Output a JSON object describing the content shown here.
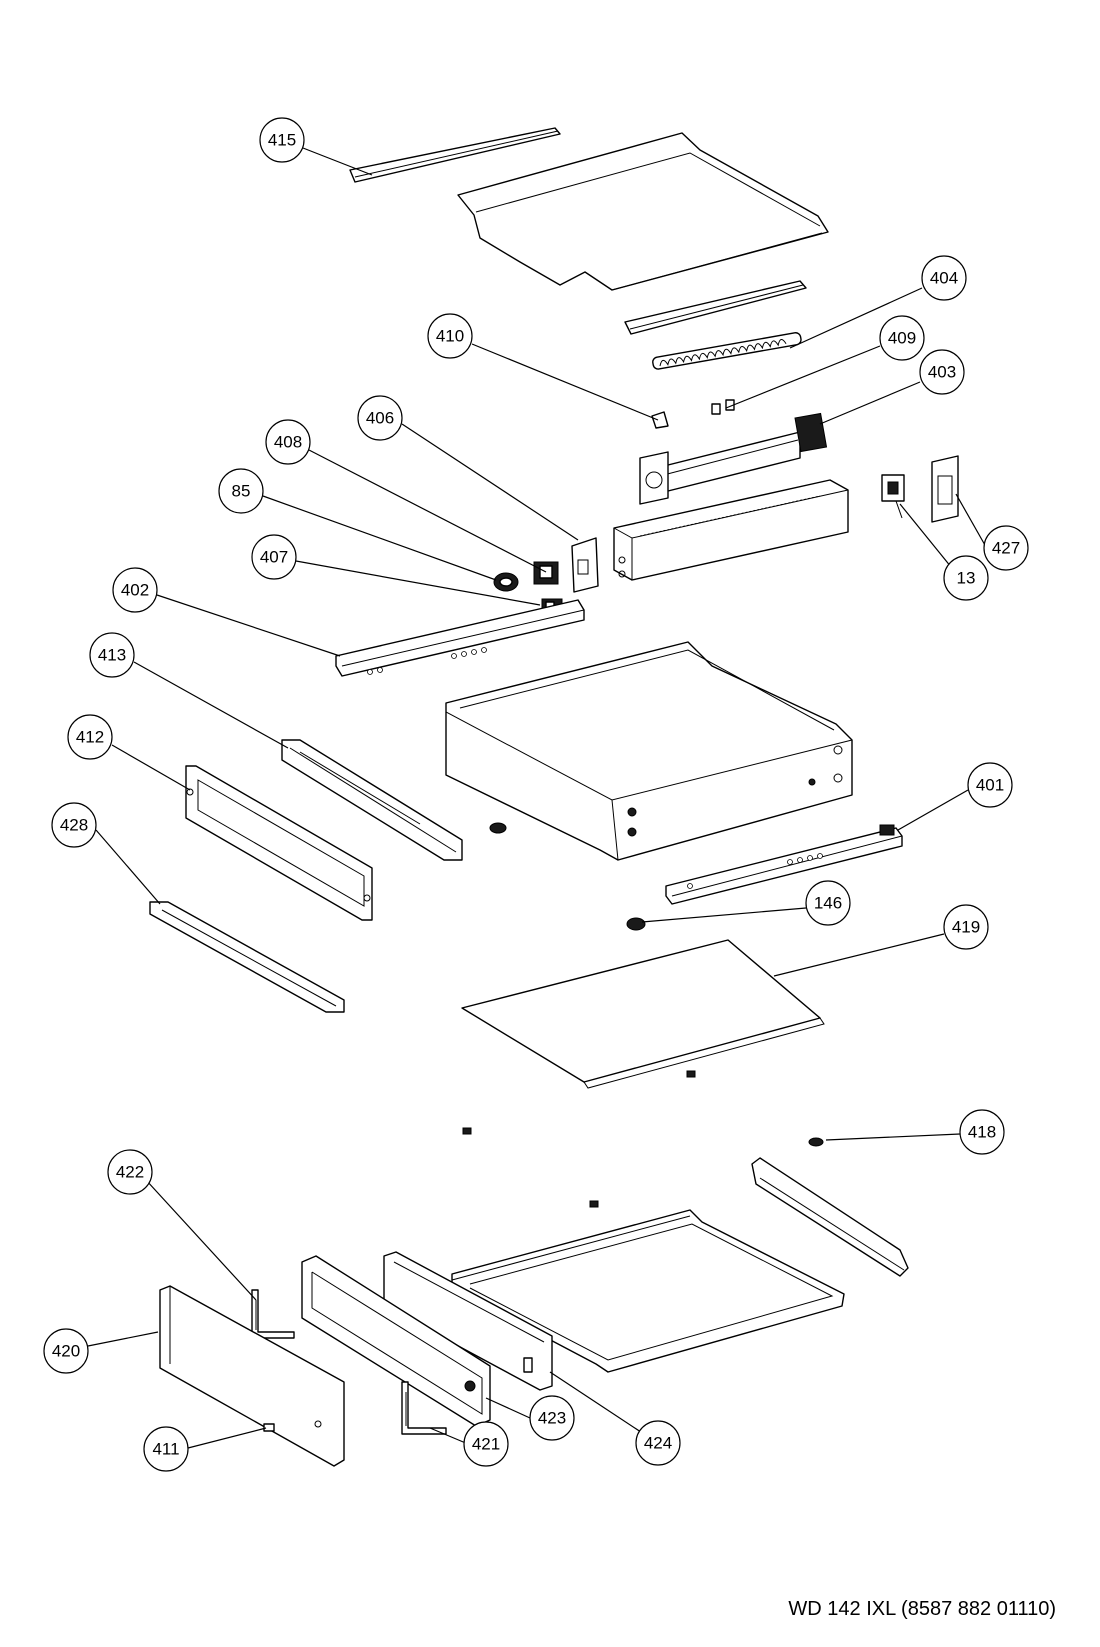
{
  "model_label": "WD 142 IXL (8587 882 01110)",
  "callouts": [
    {
      "id": "415",
      "label": "415"
    },
    {
      "id": "404",
      "label": "404"
    },
    {
      "id": "410",
      "label": "410"
    },
    {
      "id": "409",
      "label": "409"
    },
    {
      "id": "403",
      "label": "403"
    },
    {
      "id": "406",
      "label": "406"
    },
    {
      "id": "408",
      "label": "408"
    },
    {
      "id": "85",
      "label": "85"
    },
    {
      "id": "407",
      "label": "407"
    },
    {
      "id": "427",
      "label": "427"
    },
    {
      "id": "13",
      "label": "13"
    },
    {
      "id": "402",
      "label": "402"
    },
    {
      "id": "413",
      "label": "413"
    },
    {
      "id": "412",
      "label": "412"
    },
    {
      "id": "401",
      "label": "401"
    },
    {
      "id": "428",
      "label": "428"
    },
    {
      "id": "146",
      "label": "146"
    },
    {
      "id": "419",
      "label": "419"
    },
    {
      "id": "418",
      "label": "418"
    },
    {
      "id": "422",
      "label": "422"
    },
    {
      "id": "420",
      "label": "420"
    },
    {
      "id": "423",
      "label": "423"
    },
    {
      "id": "424",
      "label": "424"
    },
    {
      "id": "421",
      "label": "421"
    },
    {
      "id": "411",
      "label": "411"
    }
  ]
}
